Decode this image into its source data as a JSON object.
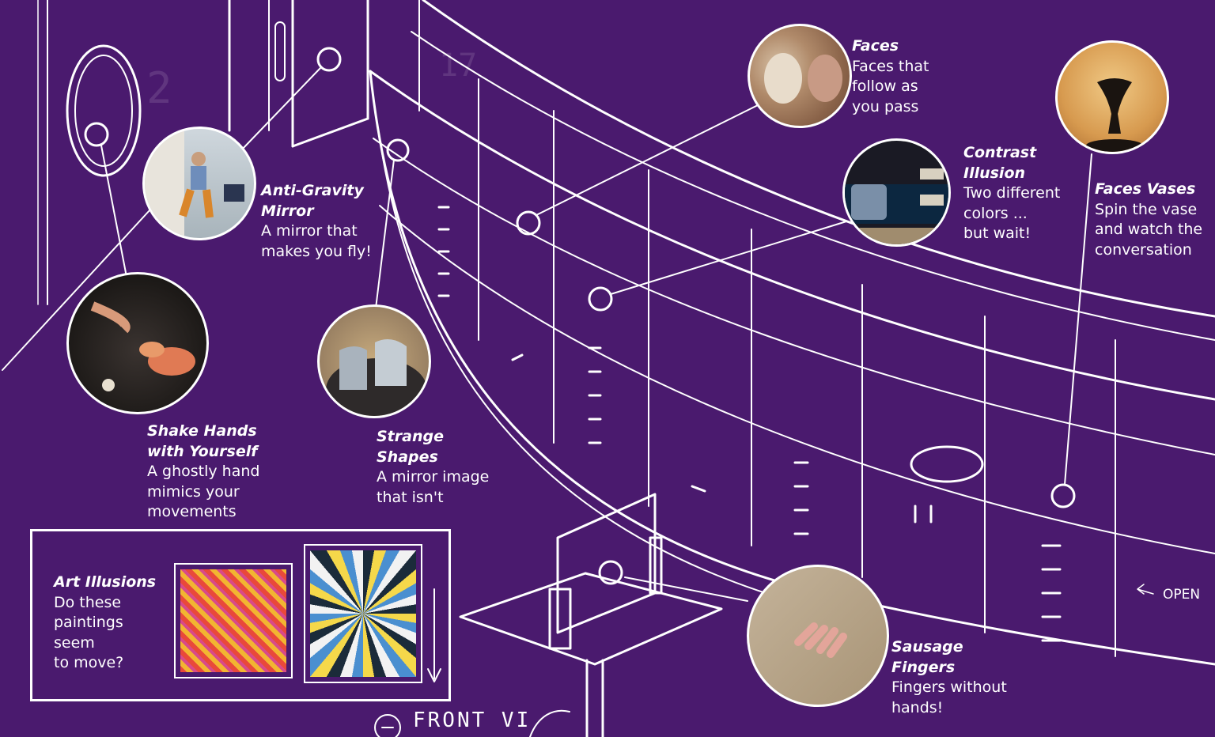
{
  "colors": {
    "background": "#4a1a6e",
    "lines": "#ffffff"
  },
  "exhibits": [
    {
      "id": "faces",
      "title": "Faces",
      "desc": [
        "Faces that",
        "follow as",
        "you pass"
      ]
    },
    {
      "id": "contrast",
      "title": "Contrast\nIllusion",
      "desc": [
        "Two different",
        "colors ...",
        "but wait!"
      ]
    },
    {
      "id": "vases",
      "title": "Faces Vases",
      "desc": [
        "Spin the vase",
        "and watch the",
        "conversation"
      ]
    },
    {
      "id": "antigravity",
      "title": "Anti-Gravity\nMirror",
      "desc": [
        "A mirror that",
        "makes you fly!"
      ]
    },
    {
      "id": "shake",
      "title": "Shake Hands\nwith Yourself",
      "desc": [
        "A ghostly hand",
        "mimics your",
        "movements"
      ]
    },
    {
      "id": "strange",
      "title": "Strange\nShapes",
      "desc": [
        "A mirror image",
        "that isn't"
      ]
    },
    {
      "id": "sausage",
      "title": "Sausage\nFingers",
      "desc": [
        "Fingers without",
        "hands!"
      ]
    }
  ],
  "art": {
    "title": "Art Illusions",
    "desc": [
      "Do these",
      "paintings",
      "seem",
      "to move?"
    ]
  },
  "drawing": {
    "open_label": "OPEN",
    "front_view_label": "FRONT VI"
  },
  "icons": {
    "open_arrow": "arrow-left-icon",
    "down_arrow": "arrow-down-icon"
  }
}
